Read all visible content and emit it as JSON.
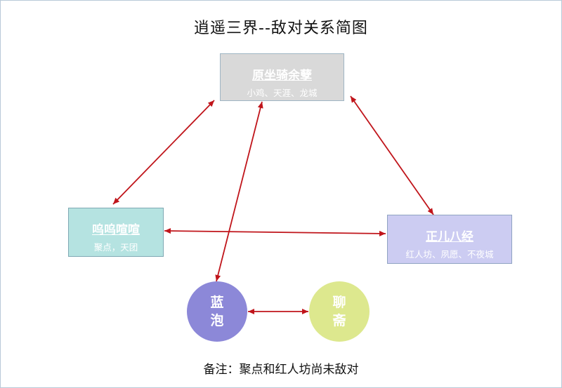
{
  "title": "逍遥三界--敌对关系简图",
  "nodes": {
    "top": {
      "name": "原坐骑余孽",
      "members": "小鸡、天涯、龙城"
    },
    "left": {
      "name": "呜呜喧喧",
      "members": "聚点，天团"
    },
    "right": {
      "name": "正儿八经",
      "members": "红人坊、夙愿、不夜城"
    },
    "lanpao": {
      "name": "蓝泡"
    },
    "liaozhai": {
      "name": "聊斋"
    }
  },
  "edges": [
    {
      "from": "原坐骑余孽",
      "to": "呜呜喧喧",
      "type": "bidirectional"
    },
    {
      "from": "原坐骑余孽",
      "to": "正儿八经",
      "type": "bidirectional"
    },
    {
      "from": "原坐骑余孽",
      "to": "蓝泡",
      "type": "bidirectional"
    },
    {
      "from": "呜呜喧喧",
      "to": "正儿八经",
      "type": "bidirectional"
    },
    {
      "from": "蓝泡",
      "to": "聊斋",
      "type": "bidirectional"
    }
  ],
  "note": "备注：聚点和红人坊尚未敌对",
  "colors": {
    "arrow": "#c0151b",
    "top_fill": "#d9d9d9",
    "left_fill": "#b5e3e1",
    "right_fill": "#ccccf2",
    "lanpao_fill": "#8c88d8",
    "liaozhai_fill": "#dde88e"
  }
}
